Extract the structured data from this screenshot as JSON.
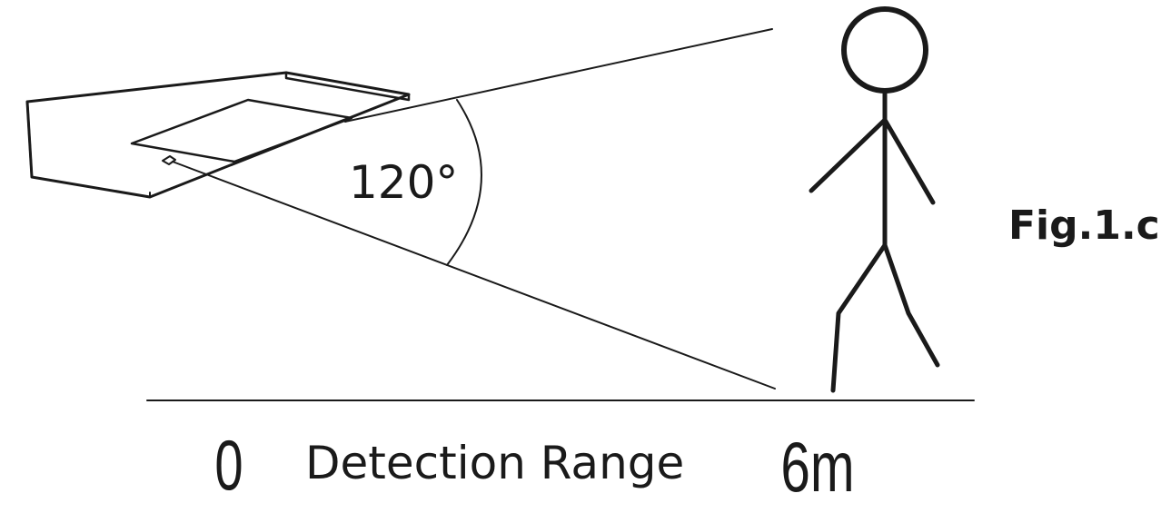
{
  "angle_label": "120°",
  "figure_label": "Fig.1.c",
  "range": {
    "start_label": "0",
    "title": "Detection Range",
    "end_label": "6m"
  },
  "colors": {
    "stroke": "#1a1a1a",
    "background": "#ffffff"
  }
}
